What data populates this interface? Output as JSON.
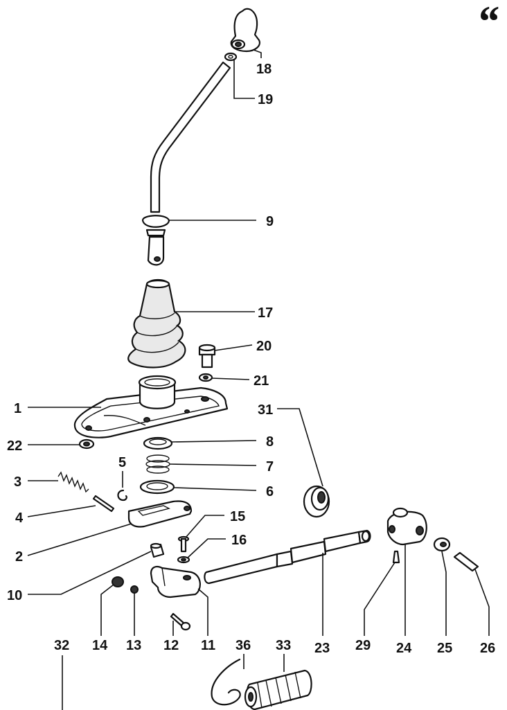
{
  "corner_mark": "“",
  "labels": {
    "l1": "1",
    "l2": "2",
    "l3": "3",
    "l4": "4",
    "l5": "5",
    "l6": "6",
    "l7": "7",
    "l8": "8",
    "l9": "9",
    "l10": "10",
    "l11": "11",
    "l12": "12",
    "l13": "13",
    "l14": "14",
    "l15": "15",
    "l16": "16",
    "l17": "17",
    "l18": "18",
    "l19": "19",
    "l20": "20",
    "l21": "21",
    "l22": "22",
    "l23": "23",
    "l24": "24",
    "l25": "25",
    "l26": "26",
    "l29": "29",
    "l31": "31",
    "l32": "32",
    "l33": "33",
    "l36": "36"
  }
}
